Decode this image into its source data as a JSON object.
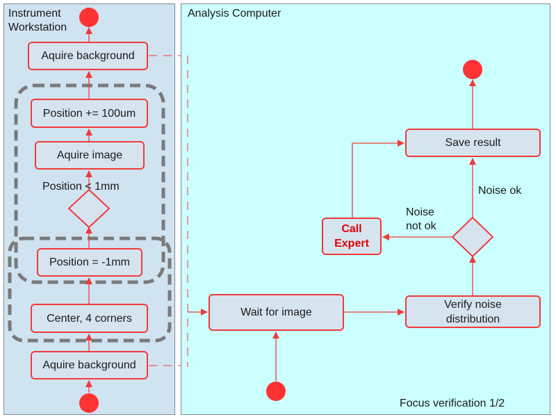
{
  "lanes": {
    "left": {
      "title_line1": "Instrument",
      "title_line2": "Workstation"
    },
    "right": {
      "title": "Analysis Computer"
    }
  },
  "nodes": {
    "aquire_background_top": "Aquire background",
    "position_plus": "Position += 100um",
    "aquire_image": "Aquire image",
    "position_minus": "Position = -1mm",
    "center_corners": "Center, 4 corners",
    "aquire_background_bottom": "Aquire background",
    "wait_for_image": "Wait for image",
    "verify_noise_line1": "Verify noise",
    "verify_noise_line2": "distribution",
    "save_result": "Save result",
    "call_expert_line1": "Call",
    "call_expert_line2": "Expert"
  },
  "labels": {
    "loop_condition": "Position < 1mm",
    "noise_ok": "Noise ok",
    "noise_not_ok_line1": "Noise",
    "noise_not_ok_line2": "not ok",
    "footer": "Focus verification 1/2"
  },
  "colors": {
    "left_lane_bg": "#d0e3f0",
    "right_lane_bg": "#ccffff",
    "node_border": "#f03a3a",
    "node_fill": "#d6e4f0",
    "terminal_fill": "#ff3333",
    "dashed_frame": "#7a7a7a",
    "expert_text": "#e00000"
  }
}
